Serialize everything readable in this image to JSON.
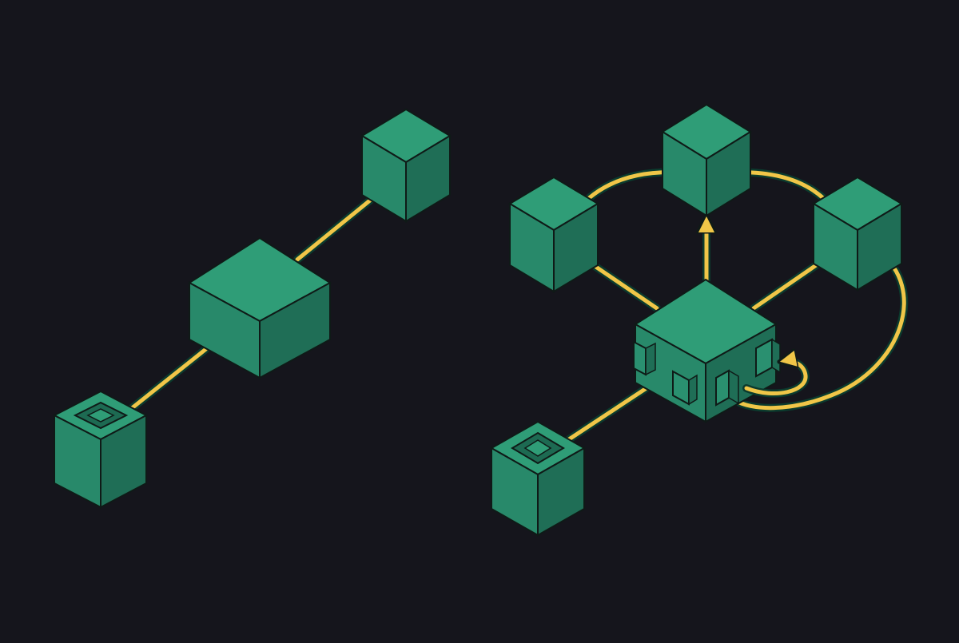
{
  "theme": {
    "background": "#15151c",
    "cube_top": "#2f9d77",
    "cube_left": "#28896a",
    "cube_right": "#1f6e56",
    "outline": "#0f1a17",
    "arrow": "#f0c648",
    "arrow_shadow": "#0b3b2e"
  },
  "diagrams": [
    {
      "id": "linear-pipeline",
      "nodes": [
        {
          "id": "source",
          "kind": "container-cube"
        },
        {
          "id": "processor",
          "kind": "cube"
        },
        {
          "id": "sink",
          "kind": "cube"
        }
      ],
      "edges": [
        {
          "from": "source",
          "to": "processor"
        },
        {
          "from": "processor",
          "to": "sink"
        }
      ]
    },
    {
      "id": "hub-fanout",
      "nodes": [
        {
          "id": "source",
          "kind": "container-cube"
        },
        {
          "id": "hub",
          "kind": "cube-with-ports",
          "ports": 5
        },
        {
          "id": "left-target",
          "kind": "cube"
        },
        {
          "id": "top-target",
          "kind": "cube"
        },
        {
          "id": "right-target",
          "kind": "cube"
        }
      ],
      "edges": [
        {
          "from": "source",
          "to": "hub"
        },
        {
          "from": "hub",
          "to": "left-target"
        },
        {
          "from": "hub",
          "to": "top-target"
        },
        {
          "from": "hub",
          "to": "right-target"
        },
        {
          "from": "left-target",
          "to": "top-target"
        },
        {
          "from": "right-target",
          "to": "top-target"
        },
        {
          "from": "right-target",
          "to": "hub"
        },
        {
          "from": "hub",
          "to": "hub"
        }
      ]
    }
  ]
}
